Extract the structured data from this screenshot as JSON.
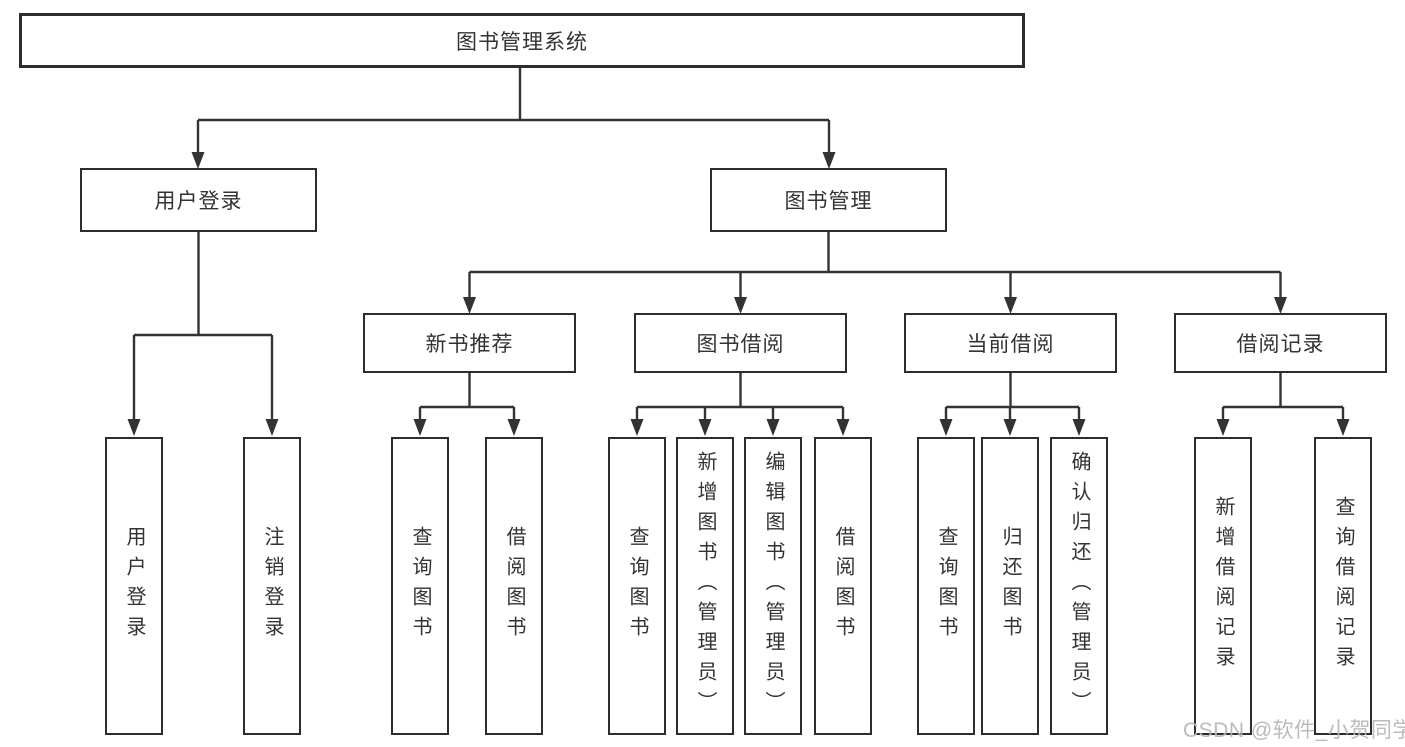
{
  "diagram": {
    "root": {
      "label": "图书管理系统",
      "children": [
        {
          "label": "用户登录",
          "children": [
            {
              "label": "用户登录"
            },
            {
              "label": "注销登录"
            }
          ]
        },
        {
          "label": "图书管理",
          "children": [
            {
              "label": "新书推荐",
              "children": [
                {
                  "label": "查询图书"
                },
                {
                  "label": "借阅图书"
                }
              ]
            },
            {
              "label": "图书借阅",
              "children": [
                {
                  "label": "查询图书"
                },
                {
                  "label": "新增图书（管理员）"
                },
                {
                  "label": "编辑图书（管理员）"
                },
                {
                  "label": "借阅图书"
                }
              ]
            },
            {
              "label": "当前借阅",
              "children": [
                {
                  "label": "查询图书"
                },
                {
                  "label": "归还图书"
                },
                {
                  "label": "确认归还（管理员）"
                }
              ]
            },
            {
              "label": "借阅记录",
              "children": [
                {
                  "label": "新增借阅记录"
                },
                {
                  "label": "查询借阅记录"
                }
              ]
            }
          ]
        }
      ]
    },
    "colors": {
      "line": "#333333",
      "node_border": "#2d2d2d",
      "node_fill": "#ffffff",
      "text": "#333333",
      "watermark": "#b9b9b9"
    }
  },
  "watermark": {
    "text": "CSDN @软件_小贺同学"
  }
}
